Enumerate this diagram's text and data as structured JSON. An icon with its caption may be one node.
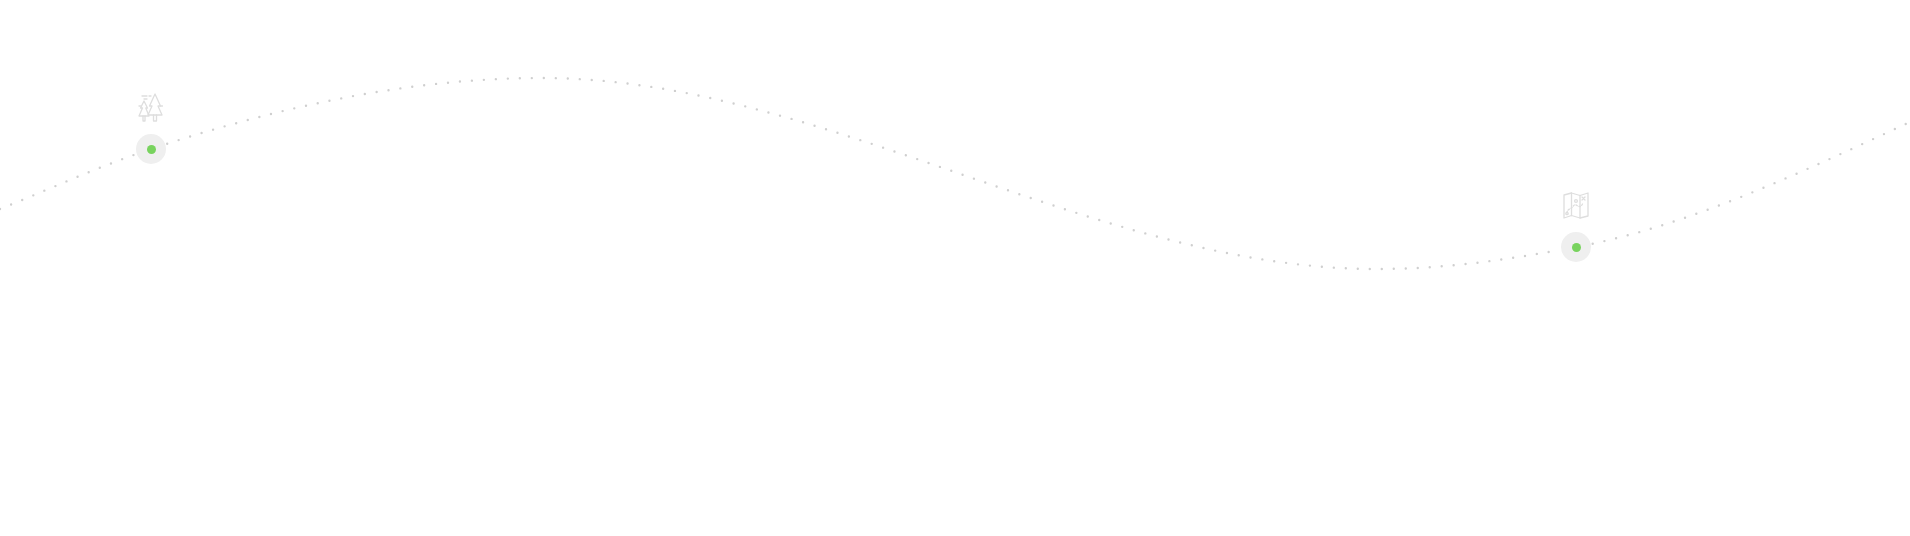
{
  "diagram": {
    "nodes": [
      {
        "text": [],
        "shape": "circle"
      },
      {
        "text": [],
        "shape": "circle"
      }
    ],
    "edges": [
      {
        "from": null,
        "to": 0,
        "arrow": "none",
        "style": "dashed"
      },
      {
        "from": 0,
        "to": 1,
        "arrow": "none",
        "style": "dashed"
      },
      {
        "from": 1,
        "to": null,
        "arrow": "none",
        "style": "dashed"
      }
    ]
  }
}
